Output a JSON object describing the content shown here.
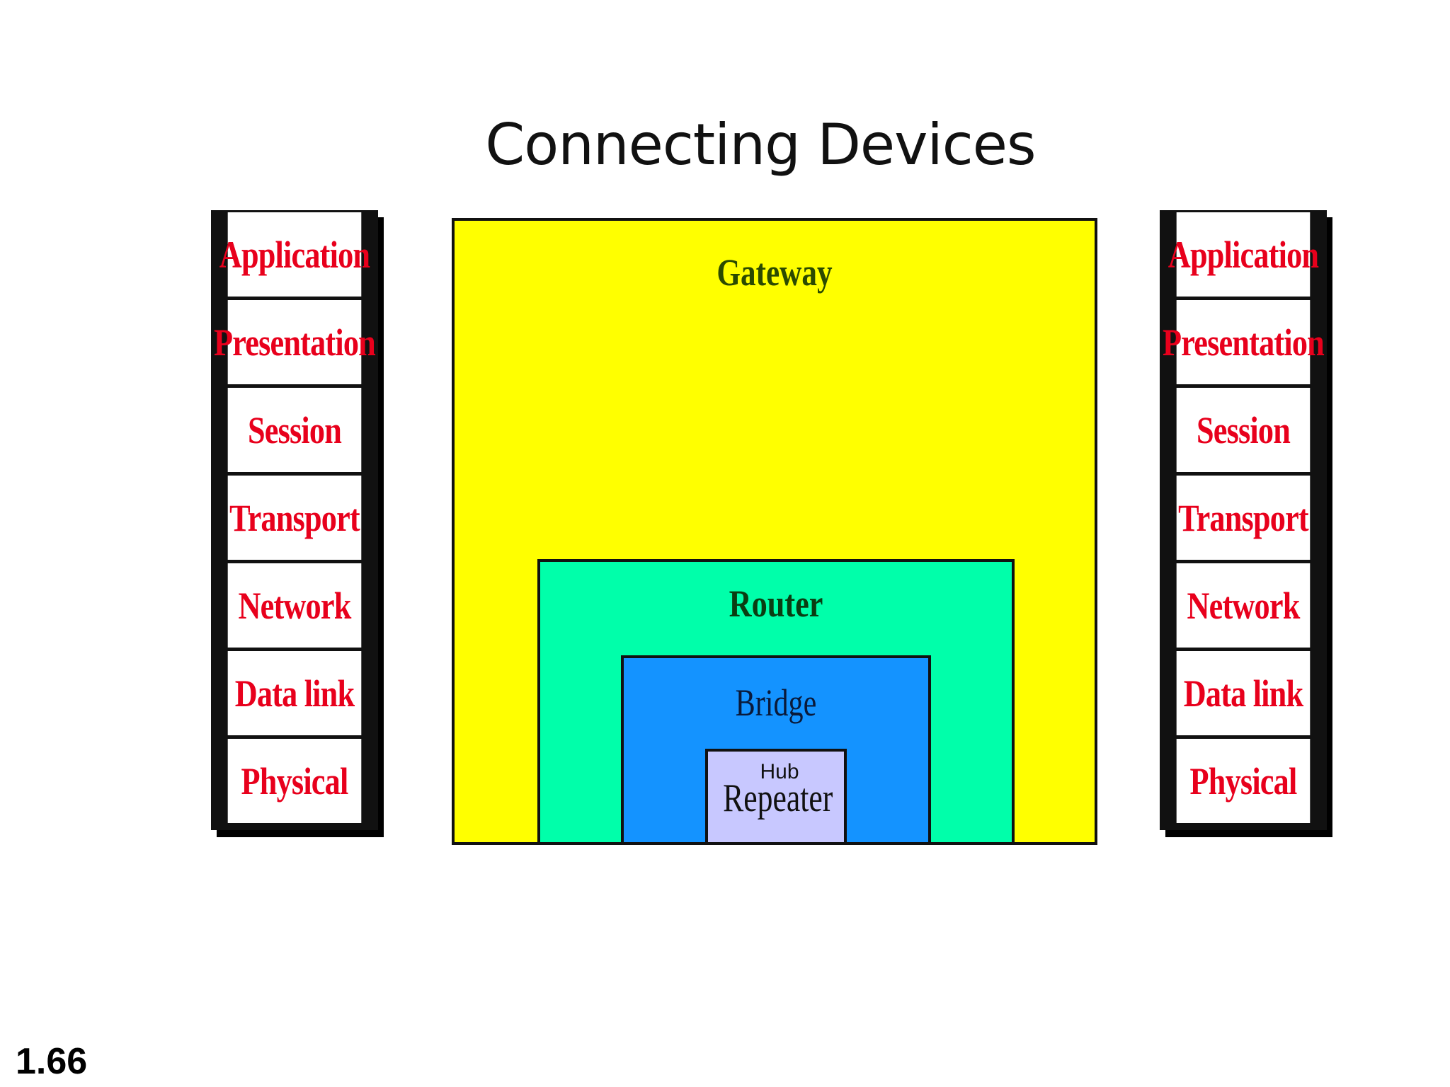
{
  "title": "Connecting Devices",
  "left_stack": {
    "layers": [
      "Application",
      "Presentation",
      "Session",
      "Transport",
      "Network",
      "Data link",
      "Physical"
    ]
  },
  "right_stack": {
    "layers": [
      "Application",
      "Presentation",
      "Session",
      "Transport",
      "Network",
      "Data link",
      "Physical"
    ]
  },
  "devices": {
    "gateway": "Gateway",
    "router": "Router",
    "bridge": "Bridge",
    "hub": "Hub",
    "repeater": "Repeater"
  },
  "colors": {
    "gateway": "#ffff00",
    "router": "#00ffaa",
    "bridge": "#1493ff",
    "repeater": "#c8c8ff",
    "layer_text": "#e8001c"
  },
  "page_number": "1.66"
}
